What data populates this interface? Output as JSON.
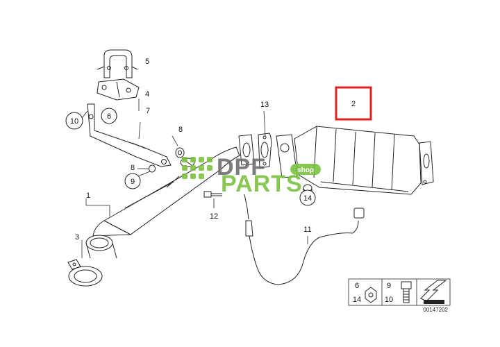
{
  "callouts": {
    "c1": "1",
    "c2": "2",
    "c3": "3",
    "c4": "4",
    "c5": "5",
    "c6": "6",
    "c7": "7",
    "c8a": "8",
    "c8b": "8",
    "c9": "9",
    "c10": "10",
    "c11": "11",
    "c12": "12",
    "c13": "13",
    "c14": "14"
  },
  "legend": {
    "l6": "6",
    "l14": "14",
    "l9": "9",
    "l10": "10"
  },
  "watermark": {
    "line1": "DPF",
    "line2": "PARTS",
    "badge": "shop"
  },
  "reference_code": "00147202",
  "colors": {
    "line": "#222222",
    "highlight": "#e02020",
    "watermark_green": "#7dc242",
    "watermark_gray": "#6d6e70"
  },
  "icons": {
    "return_arrow": "arrow-icon"
  }
}
